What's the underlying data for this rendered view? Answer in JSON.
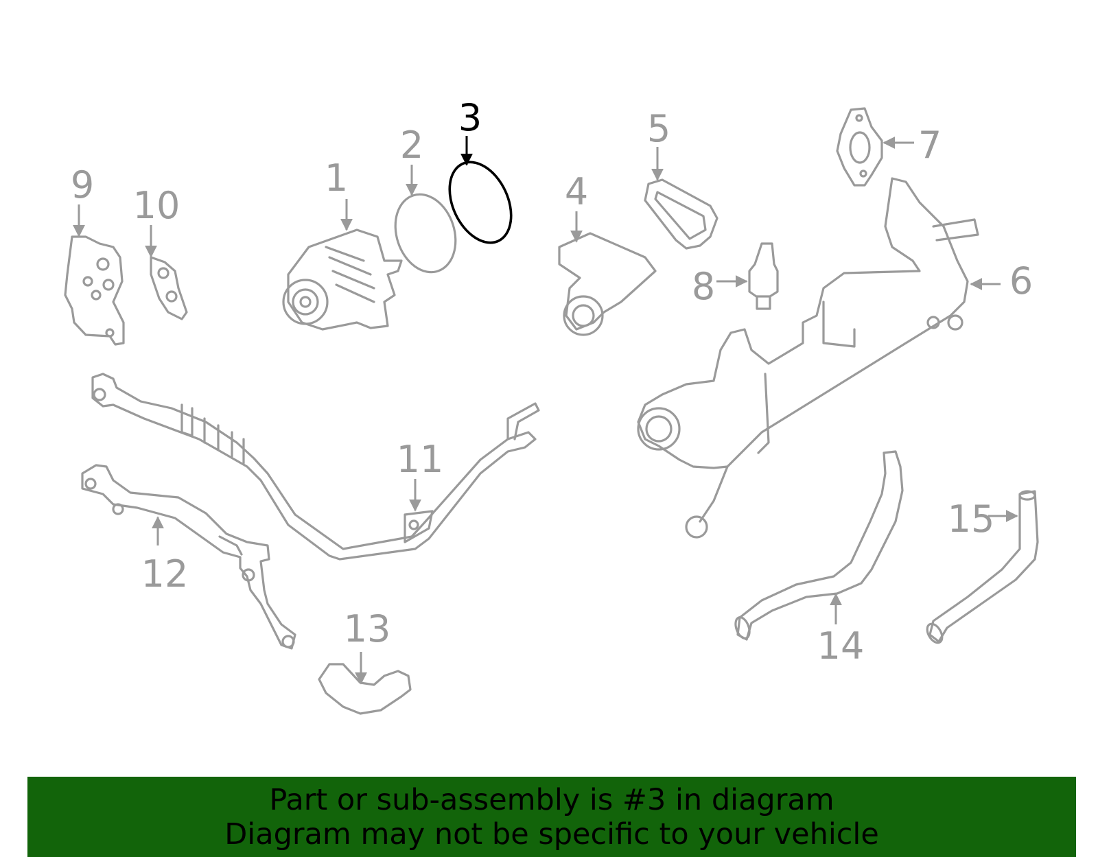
{
  "colors": {
    "part_grey": "#9a9a9a",
    "highlight": "#000000",
    "banner_bg": "#12640a",
    "banner_text": "#000000"
  },
  "highlighted_part": "3",
  "callouts": [
    "1",
    "2",
    "3",
    "4",
    "5",
    "6",
    "7",
    "8",
    "9",
    "10",
    "11",
    "12",
    "13",
    "14",
    "15"
  ],
  "banner": {
    "line1": "Part or sub-assembly is #3 in diagram",
    "line2": "Diagram may not be specific to your vehicle"
  }
}
